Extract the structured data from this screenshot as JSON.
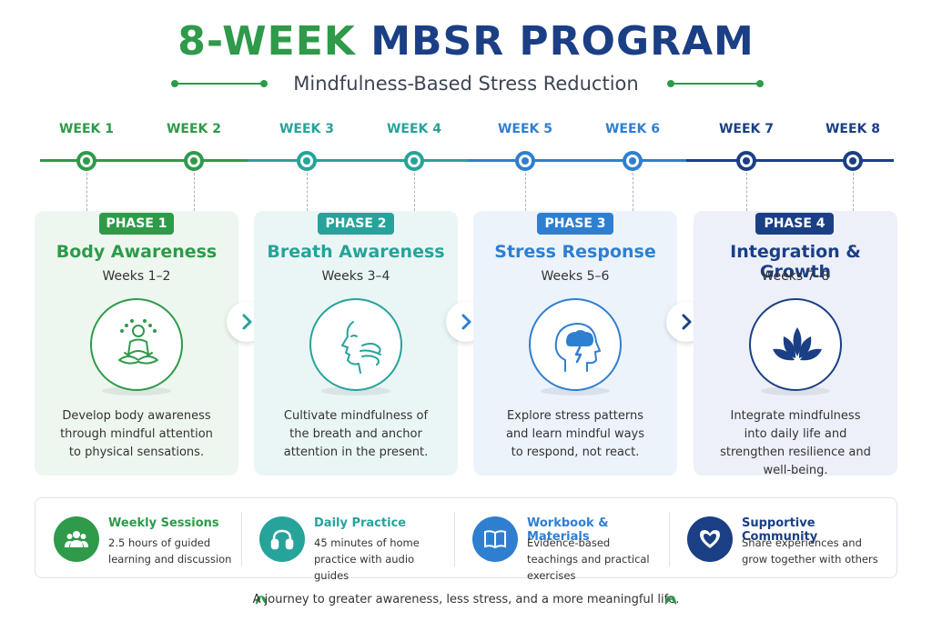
{
  "header": {
    "title_part1": "8-WEEK",
    "title_part2": "MBSR PROGRAM",
    "subtitle": "Mindfulness-Based Stress Reduction"
  },
  "timeline": {
    "weeks": [
      "WEEK 1",
      "WEEK 2",
      "WEEK 3",
      "WEEK 4",
      "WEEK 5",
      "WEEK 6",
      "WEEK 7",
      "WEEK 8"
    ]
  },
  "phases": [
    {
      "badge": "PHASE 1",
      "title": "Body Awareness",
      "weeks": "Weeks 1–2",
      "icon": "meditation-icon",
      "description": "Develop body awareness through mindful attention to physical sensations.",
      "color": "#2e9a4a"
    },
    {
      "badge": "PHASE 2",
      "title": "Breath Awareness",
      "weeks": "Weeks 3–4",
      "icon": "breath-face-icon",
      "description": "Cultivate mindfulness of the breath and anchor attention in the present.",
      "color": "#26a39a"
    },
    {
      "badge": "PHASE 3",
      "title": "Stress Response",
      "weeks": "Weeks 5–6",
      "icon": "storm-head-icon",
      "description": "Explore stress patterns and learn mindful ways to respond, not react.",
      "color": "#2f7fd0"
    },
    {
      "badge": "PHASE 4",
      "title": "Integration & Growth",
      "weeks": "Weeks 7–8",
      "icon": "lotus-icon",
      "description": "Integrate mindfulness into daily life and strengthen resilience and well-being.",
      "color": "#1b3f85"
    }
  ],
  "features": [
    {
      "title": "Weekly Sessions",
      "description": "2.5 hours of guided learning and discussion",
      "icon": "group-icon",
      "color": "#2e9a4a"
    },
    {
      "title": "Daily Practice",
      "description": "45 minutes of home practice with audio guides",
      "icon": "headphones-icon",
      "color": "#26a39a"
    },
    {
      "title": "Workbook & Materials",
      "description": "Evidence-based teachings and practical exercises",
      "icon": "book-icon",
      "color": "#2f7fd0"
    },
    {
      "title": "Supportive Community",
      "description": "Share experiences and grow together with others",
      "icon": "heart-icon",
      "color": "#1b3f85"
    }
  ],
  "footer": {
    "tagline": "A journey to greater awareness, less stress, and a more meaningful life."
  }
}
